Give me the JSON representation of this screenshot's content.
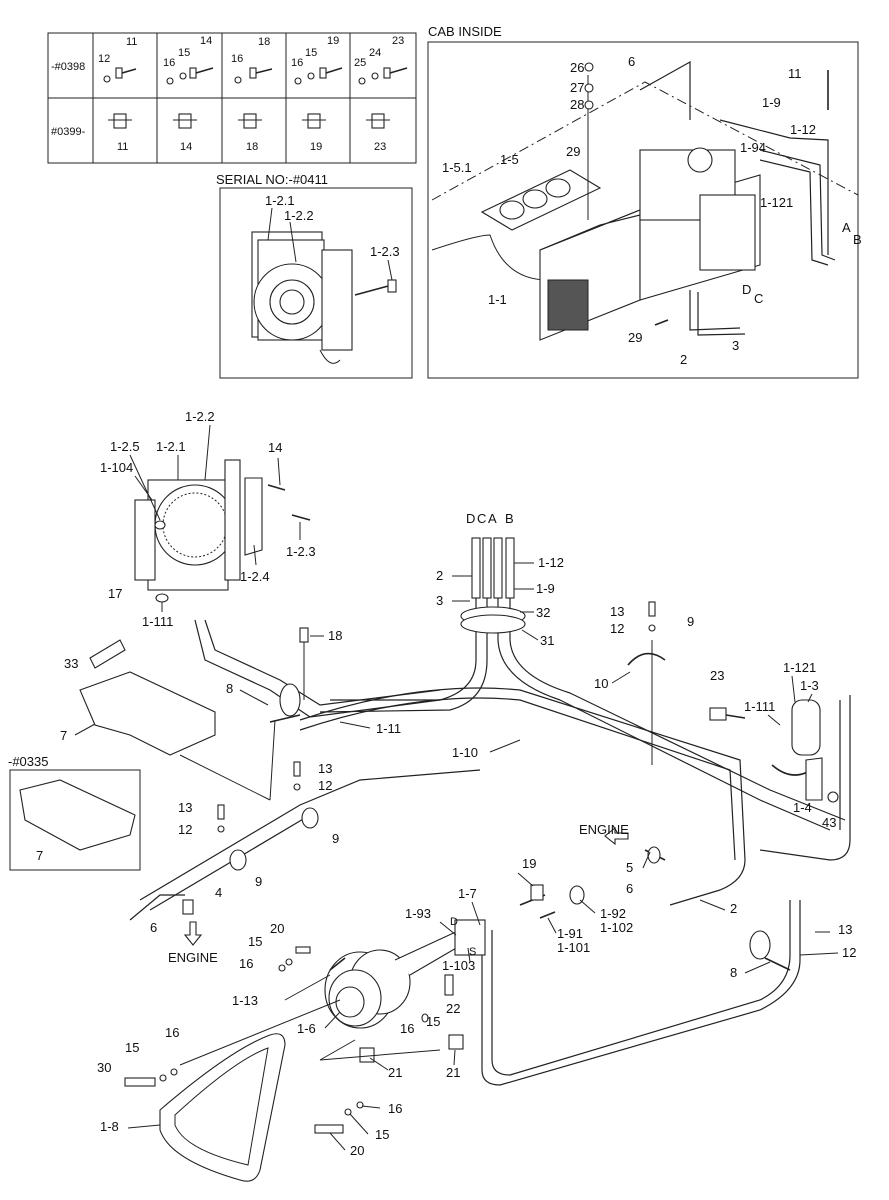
{
  "variant_table": {
    "row_labels": [
      "-#0398",
      "#0399-"
    ],
    "row1": [
      {
        "a": "12",
        "b": "11"
      },
      {
        "a": "16",
        "b": "15",
        "c": "14"
      },
      {
        "a": "16",
        "b": "18"
      },
      {
        "a": "16",
        "b": "15",
        "c": "19"
      },
      {
        "a": "25",
        "b": "24",
        "c": "23"
      }
    ],
    "row2": [
      "11",
      "14",
      "18",
      "19",
      "23"
    ]
  },
  "serial_inset": {
    "title": "SERIAL NO:-#0411",
    "labels": [
      "1-2.1",
      "1-2.2",
      "1-2.3"
    ]
  },
  "cab_inset": {
    "title": "CAB INSIDE",
    "labels": [
      "26",
      "27",
      "28",
      "6",
      "11",
      "1-9",
      "1-12",
      "1-94",
      "1-121",
      "A",
      "B",
      "1-5.1",
      "1-5",
      "29",
      "1-1",
      "D",
      "C",
      "29",
      "2",
      "3"
    ]
  },
  "main": {
    "condenser": [
      "1-2.2",
      "1-2.5",
      "1-2.1",
      "1-104",
      "14",
      "1-2.3",
      "1-2.4",
      "17",
      "1-111"
    ],
    "hoses_top": [
      "D",
      "C",
      "A",
      "B",
      "1-12",
      "2",
      "1-9",
      "3",
      "32",
      "31"
    ],
    "clamps": [
      "18",
      "33",
      "8",
      "1-11",
      "1-10",
      "7",
      "-#0335",
      "7"
    ],
    "mid": [
      "13",
      "12",
      "9",
      "10",
      "13",
      "12",
      "13",
      "12",
      "9",
      "9",
      "4",
      "6"
    ],
    "receiver": [
      "23",
      "1-121",
      "1-3",
      "1-111",
      "1-4",
      "43"
    ],
    "engine_labels": [
      "ENGINE",
      "ENGINE"
    ],
    "compressor": [
      "19",
      "1-7",
      "1-93",
      "1-92",
      "1-102",
      "1-91",
      "1-101",
      "1-103",
      "5",
      "6",
      "2",
      "13",
      "12",
      "8"
    ],
    "lower": [
      "20",
      "15",
      "16",
      "1-13",
      "22",
      "15",
      "16",
      "1-6",
      "16",
      "15",
      "30",
      "21",
      "21",
      "1-8",
      "16",
      "15",
      "20"
    ],
    "markers": [
      "D",
      "S"
    ]
  }
}
